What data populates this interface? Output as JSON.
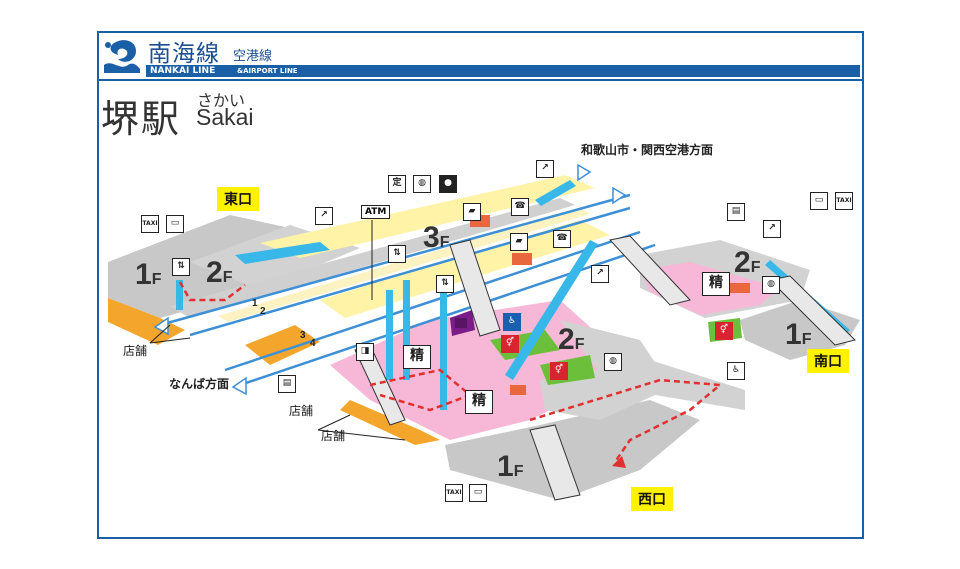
{
  "header": {
    "line_name": "南海線",
    "line_sub": "空港線",
    "line_en": "NANKAI LINE",
    "line_en_sub": "&AIRPORT LINE",
    "station_name": "堺駅",
    "station_kana": "さかい",
    "station_en": "Sakai"
  },
  "directions": {
    "north": "和歌山市・関西空港方面",
    "south": "なんば方面"
  },
  "exits": {
    "east": "東口",
    "west": "西口",
    "south": "南口"
  },
  "floors": {
    "f3": "3",
    "f2_main": "2",
    "f2_east": "2",
    "f2_south": "2",
    "f1_east": "1",
    "f1_west": "1",
    "f1_south": "1",
    "suffix": "F"
  },
  "platforms": [
    "1",
    "2",
    "3",
    "4"
  ],
  "shops": {
    "shop_label": "店舗"
  },
  "icons": {
    "atm": "ATM",
    "seisan": "精",
    "taxi": "TAXI"
  },
  "colors": {
    "brand_blue": "#1b5fa6",
    "platform_yellow": "#fff3a8",
    "concourse_pink": "#f7b8d8",
    "shop_orange": "#f4a52b",
    "floor_gray": "#c8c8c8",
    "rail_blue": "#3d8fd6",
    "escalator_cyan": "#38b8e8",
    "exit_yellow": "#fff100",
    "route_red": "#e03030",
    "toilet_green": "#6bbf3a",
    "purple": "#7a1d86"
  }
}
